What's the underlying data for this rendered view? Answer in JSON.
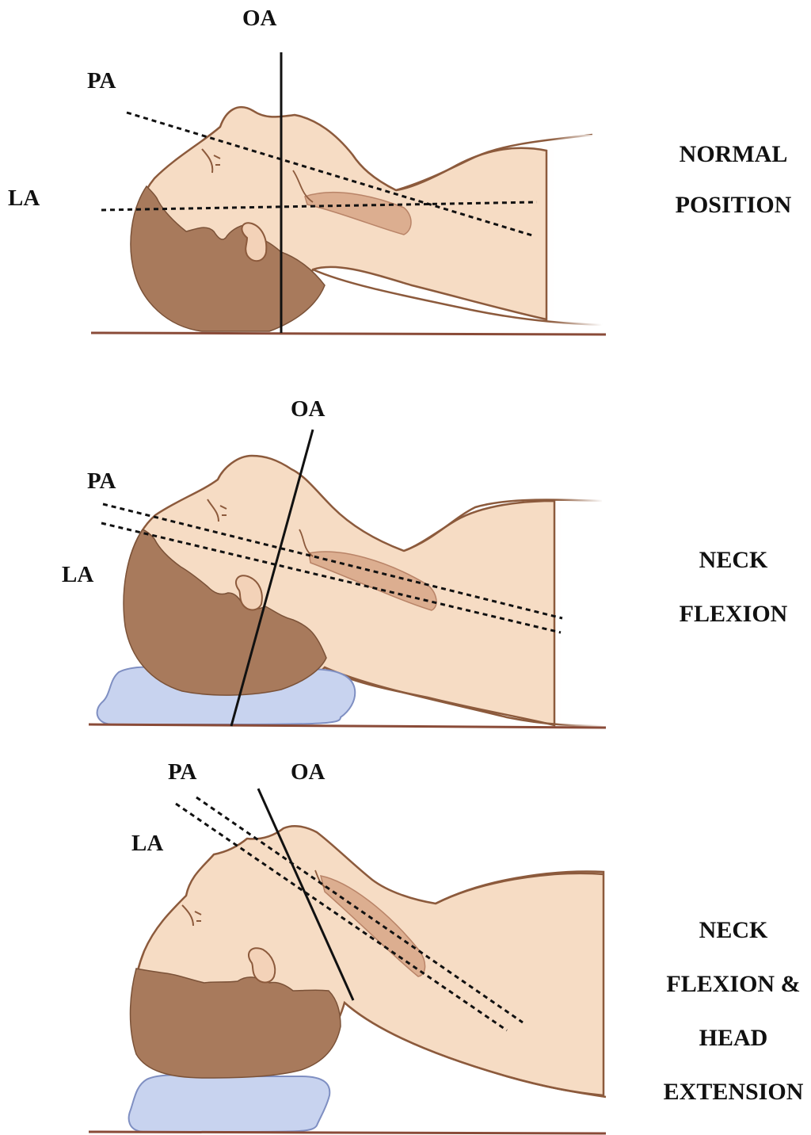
{
  "colors": {
    "skin": "#f6dcc4",
    "skin_outline": "#8c5a3c",
    "hair": "#a87a5c",
    "pillow": "#c8d3ef",
    "pillow_outline": "#7f8fc2",
    "muscle": "#d9ab8f",
    "table": "#8a4b38",
    "axis_line": "#111111"
  },
  "panels": [
    {
      "id": "normal",
      "axis_labels": {
        "oa": "OA",
        "pa": "PA",
        "la": "LA"
      },
      "caption": [
        "NORMAL",
        "POSITION"
      ]
    },
    {
      "id": "neck-flexion",
      "axis_labels": {
        "oa": "OA",
        "pa": "PA",
        "la": "LA"
      },
      "caption": [
        "NECK",
        "FLEXION"
      ]
    },
    {
      "id": "flexion-extension",
      "axis_labels": {
        "oa": "OA",
        "pa": "PA",
        "la": "LA"
      },
      "caption": [
        "NECK",
        "FLEXION &",
        "HEAD",
        "EXTENSION"
      ]
    }
  ]
}
